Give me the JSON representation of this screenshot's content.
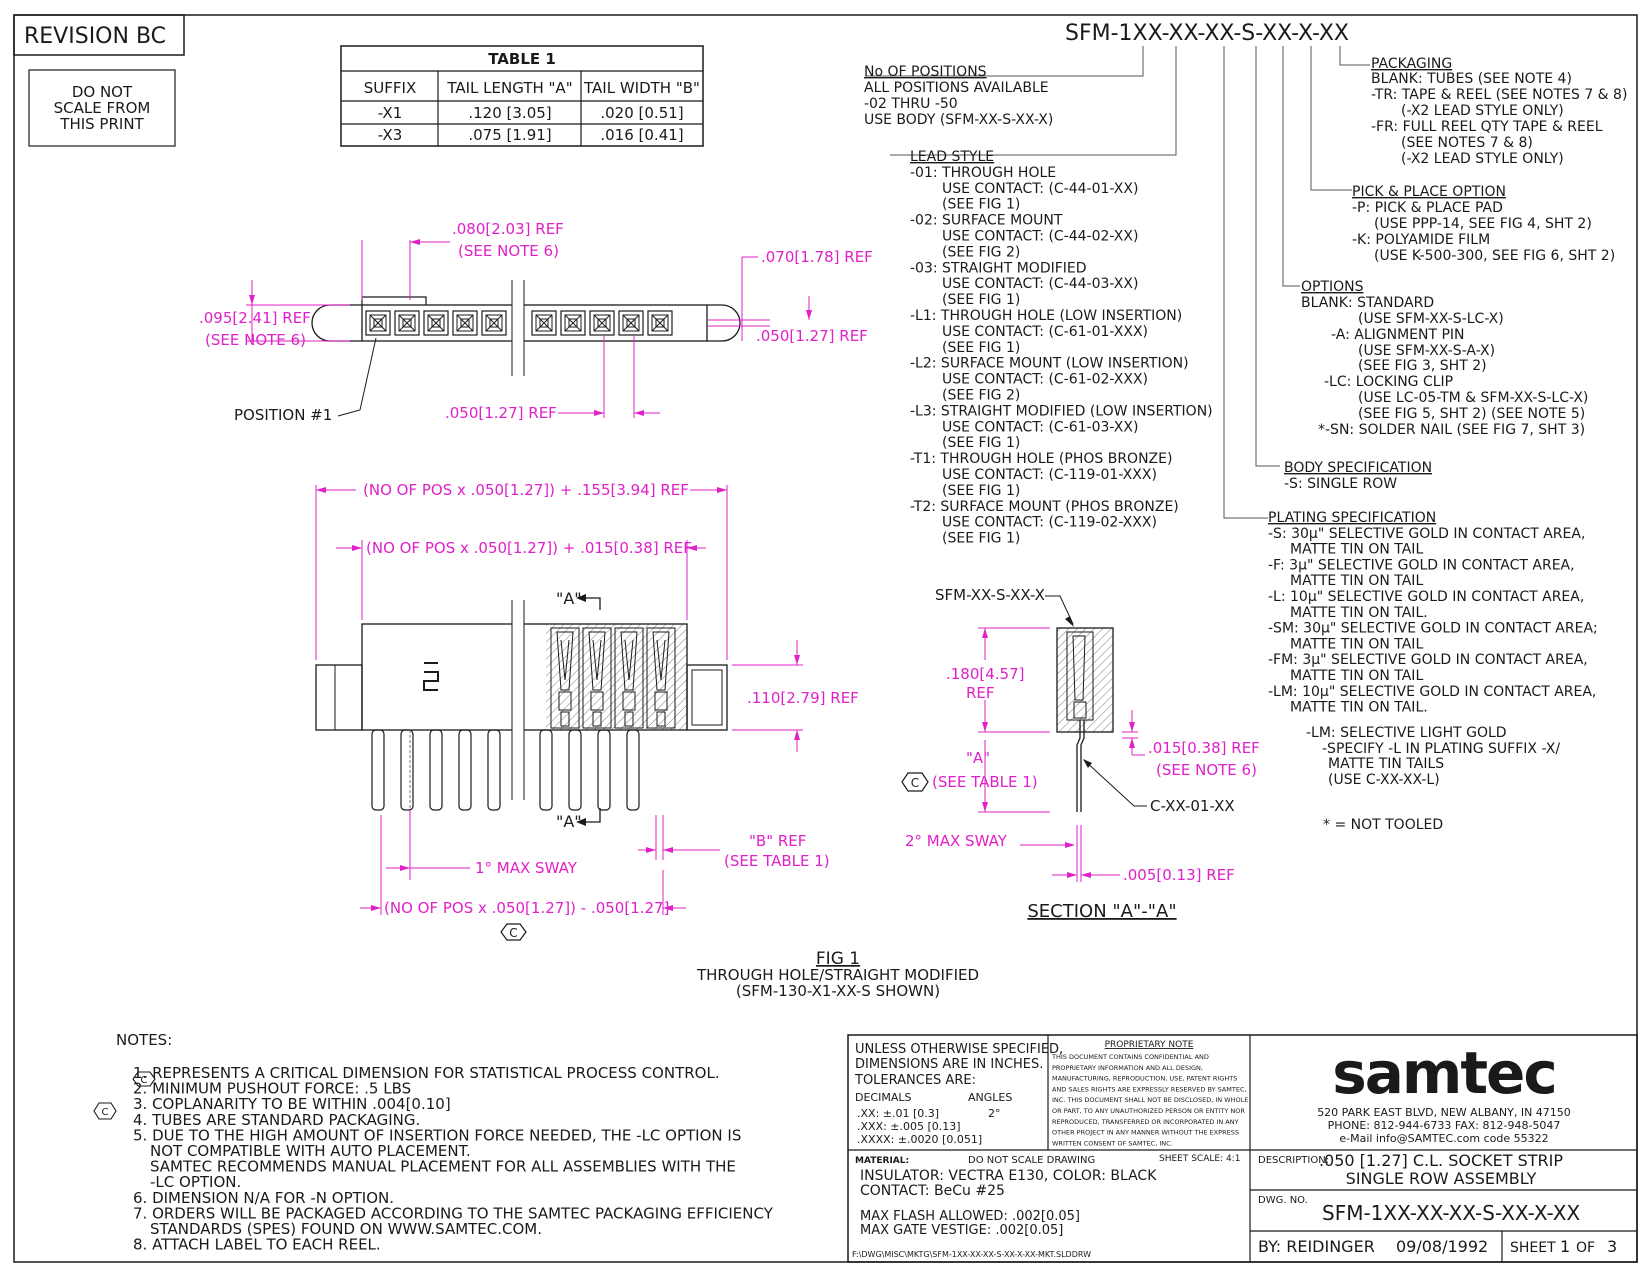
{
  "revision": "REVISION BC",
  "do_not_scale": [
    "DO NOT",
    "SCALE FROM",
    "THIS PRINT"
  ],
  "part_number": "SFM-1XX-XX-XX-S-XX-X-XX",
  "table1": {
    "title": "TABLE 1",
    "headers": [
      "SUFFIX",
      "TAIL LENGTH \"A\"",
      "TAIL WIDTH \"B\""
    ],
    "rows": [
      [
        "-X1",
        ".120 [3.05]",
        ".020 [0.51]"
      ],
      [
        "-X3",
        ".075 [1.91]",
        ".016 [0.41]"
      ]
    ]
  },
  "positions": [
    "No OF POSITIONS",
    "ALL POSITIONS AVAILABLE",
    "-02 THRU -50",
    "USE BODY (SFM-XX-S-XX-X)"
  ],
  "lead_style": [
    "LEAD STYLE",
    "-01: THROUGH HOLE",
    "USE CONTACT: (C-44-01-XX)",
    "(SEE FIG 1)",
    "-02: SURFACE MOUNT",
    "USE CONTACT: (C-44-02-XX)",
    "(SEE FIG 2)",
    "-03: STRAIGHT MODIFIED",
    "USE CONTACT: (C-44-03-XX)",
    "(SEE FIG 1)",
    "-L1: THROUGH HOLE (LOW INSERTION)",
    "USE CONTACT: (C-61-01-XXX)",
    "(SEE FIG 1)",
    "-L2: SURFACE MOUNT (LOW INSERTION)",
    "USE CONTACT: (C-61-02-XXX)",
    "(SEE FIG 2)",
    "-L3: STRAIGHT MODIFIED (LOW INSERTION)",
    "USE CONTACT: (C-61-03-XX)",
    "(SEE FIG 1)",
    "-T1: THROUGH HOLE (PHOS BRONZE)",
    "USE CONTACT: (C-119-01-XXX)",
    "(SEE FIG 1)",
    "-T2: SURFACE MOUNT (PHOS BRONZE)",
    "USE CONTACT: (C-119-02-XXX)",
    "(SEE FIG 1)"
  ],
  "packaging": [
    "PACKAGING",
    "BLANK: TUBES (SEE NOTE 4)",
    "-TR: TAPE & REEL (SEE NOTES 7 & 8)",
    "(-X2 LEAD STYLE ONLY)",
    "-FR: FULL REEL QTY TAPE & REEL",
    "(SEE NOTES 7 & 8)",
    "(-X2 LEAD STYLE ONLY)"
  ],
  "pick_place": [
    "PICK & PLACE OPTION",
    "-P: PICK & PLACE PAD",
    "(USE PPP-14, SEE FIG 4, SHT 2)",
    "-K: POLYAMIDE FILM",
    "(USE K-500-300, SEE FIG 6, SHT 2)"
  ],
  "options": [
    "OPTIONS",
    "BLANK: STANDARD",
    "(USE SFM-XX-S-LC-X)",
    "-A: ALIGNMENT PIN",
    "(USE SFM-XX-S-A-X)",
    "(SEE FIG 3, SHT 2)",
    "-LC: LOCKING CLIP",
    "(USE LC-05-TM & SFM-XX-S-LC-X)",
    "(SEE FIG 5, SHT 2) (SEE NOTE 5)",
    "*-SN: SOLDER NAIL (SEE FIG 7, SHT 3)"
  ],
  "body_spec": [
    "BODY SPECIFICATION",
    "-S: SINGLE ROW"
  ],
  "plating": [
    "PLATING SPECIFICATION",
    "-S: 30µ\" SELECTIVE GOLD IN CONTACT AREA,",
    "MATTE TIN ON TAIL",
    "-F: 3µ\" SELECTIVE GOLD IN CONTACT AREA,",
    "MATTE TIN ON TAIL",
    "-L: 10µ\" SELECTIVE GOLD IN CONTACT AREA,",
    "MATTE TIN ON TAIL.",
    "-SM: 30µ\" SELECTIVE GOLD IN CONTACT AREA;",
    "MATTE TIN ON TAIL",
    "-FM: 3µ\" SELECTIVE GOLD IN CONTACT AREA,",
    "MATTE TIN ON TAIL",
    "-LM: 10µ\" SELECTIVE GOLD IN CONTACT AREA,",
    "MATTE TIN ON TAIL."
  ],
  "lm_note": [
    "-LM: SELECTIVE LIGHT GOLD",
    "-SPECIFY -L IN PLATING SUFFIX -X/",
    "MATTE TIN TAILS",
    "(USE C-XX-XX-L)"
  ],
  "not_tooled": "* = NOT TOOLED",
  "dims": {
    "d080": ".080[2.03] REF",
    "see_note6": "(SEE NOTE 6)",
    "d070": ".070[1.78] REF",
    "d095": ".095[2.41] REF",
    "d050a": ".050[1.27] REF",
    "d050b": ".050[1.27] REF",
    "position1": "POSITION #1",
    "nopos155": "(NO OF  POS x .050[1.27]) + .155[3.94] REF",
    "nopos015": "(NO OF POS x .050[1.27]) + .015[0.38] REF",
    "nopos_minus": "(NO OF POS x .050[1.27]) - .050[1.27]",
    "d110": ".110[2.79] REF",
    "sway1": "1° MAX SWAY",
    "b_ref": "\"B\" REF",
    "see_table1": "(SEE TABLE 1)",
    "aa": "\"A\"",
    "sec_label": "SFM-XX-S-XX-X",
    "d180": ".180[4.57]",
    "ref": "REF",
    "d015": ".015[0.38] REF",
    "a_ref": "\"A\"",
    "see_table1b": "(SEE TABLE 1)",
    "cxx": "C-XX-01-XX",
    "sway2": "2° MAX SWAY",
    "d005": ".005[0.13] REF"
  },
  "section_title": "SECTION \"A\"-\"A\"",
  "fig1": [
    "FIG 1",
    "THROUGH HOLE/STRAIGHT MODIFIED",
    "(SFM-130-X1-XX-S SHOWN)"
  ],
  "notes": [
    "NOTES:",
    "1.   REPRESENTS A CRITICAL DIMENSION FOR STATISTICAL PROCESS  CONTROL.",
    "2. MINIMUM PUSHOUT FORCE: .5 LBS",
    "3. COPLANARITY TO BE WITHIN .004[0.10]",
    "4. TUBES ARE STANDARD PACKAGING.",
    "5. DUE TO THE HIGH AMOUNT OF INSERTION FORCE NEEDED, THE -LC OPTION IS",
    "NOT COMPATIBLE WITH AUTO PLACEMENT.",
    "SAMTEC RECOMMENDS MANUAL PLACEMENT FOR ALL ASSEMBLIES WITH THE",
    "-LC OPTION.",
    "6. DIMENSION N/A FOR -N OPTION.",
    "7. ORDERS WILL BE PACKAGED ACCORDING TO THE SAMTEC PACKAGING EFFICIENCY",
    "STANDARDS (SPES) FOUND ON WWW.SAMTEC.COM.",
    "8. ATTACH LABEL TO EACH REEL."
  ],
  "title_block": {
    "tolerance": [
      "UNLESS  OTHERWISE  SPECIFIED,",
      "DIMENSIONS ARE IN INCHES.",
      "TOLERANCES  ARE:"
    ],
    "decimals": "DECIMALS",
    "angles": "ANGLES",
    "angle_val": "2°",
    "tol_rows": [
      ".XX:  ±.01 [0.3]",
      ".XXX:  ±.005 [0.13]",
      ".XXXX:  ±.0020 [0.051]"
    ],
    "proprietary_title": "PROPRIETARY NOTE",
    "proprietary": [
      "THIS DOCUMENT CONTAINS CONFIDENTIAL AND",
      "PROPRIETARY INFORMATION AND ALL DESIGN,",
      "MANUFACTURING, REPRODUCTION, USE, PATENT RIGHTS",
      "AND SALES RIGHTS ARE EXPRESSLY RESERVED BY SAMTEC,",
      "INC. THIS DOCUMENT SHALL NOT BE DISCLOSED, IN WHOLE",
      "OR PART, TO ANY UNAUTHORIZED PERSON OR ENTITY NOR",
      "REPRODUCED, TRANSFERRED OR INCORPORATED IN ANY",
      "OTHER PROJECT IN ANY MANNER WITHOUT THE EXPRESS",
      "WRITTEN CONSENT OF SAMTEC, INC."
    ],
    "logo": "samtec",
    "address": "520 PARK EAST BLVD, NEW ALBANY, IN 47150",
    "phone": "PHONE: 812-944-6733       FAX: 812-948-5047",
    "email": "e-Mail  info@SAMTEC.com        code  55322",
    "material_label": "MATERIAL:",
    "do_not_scale": "DO  NOT  SCALE  DRAWING",
    "sheet_scale": "SHEET SCALE: 4:1",
    "insulator": "INSULATOR: VECTRA E130, COLOR: BLACK",
    "contact": "CONTACT: BeCu #25",
    "flash": "MAX FLASH ALLOWED: .002[0.05]",
    "gate": "MAX GATE VESTIGE: .002[0.05]",
    "path": "F:\\DWG\\MISC\\MKTG\\SFM-1XX-XX-XX-S-XX-X-XX-MKT.SLDDRW",
    "description_label": "DESCRIPTION:",
    "description1": ".050 [1.27] C.L. SOCKET STRIP",
    "description2": "SINGLE ROW ASSEMBLY",
    "dwg_label": "DWG.  NO.",
    "dwg_no": "SFM-1XX-XX-XX-S-XX-X-XX",
    "by": "BY: REIDINGER",
    "date": "09/08/1992",
    "sheet_word": "SHEET",
    "sheet_num": "1",
    "of_word": "OF",
    "sheet_total": "3"
  }
}
